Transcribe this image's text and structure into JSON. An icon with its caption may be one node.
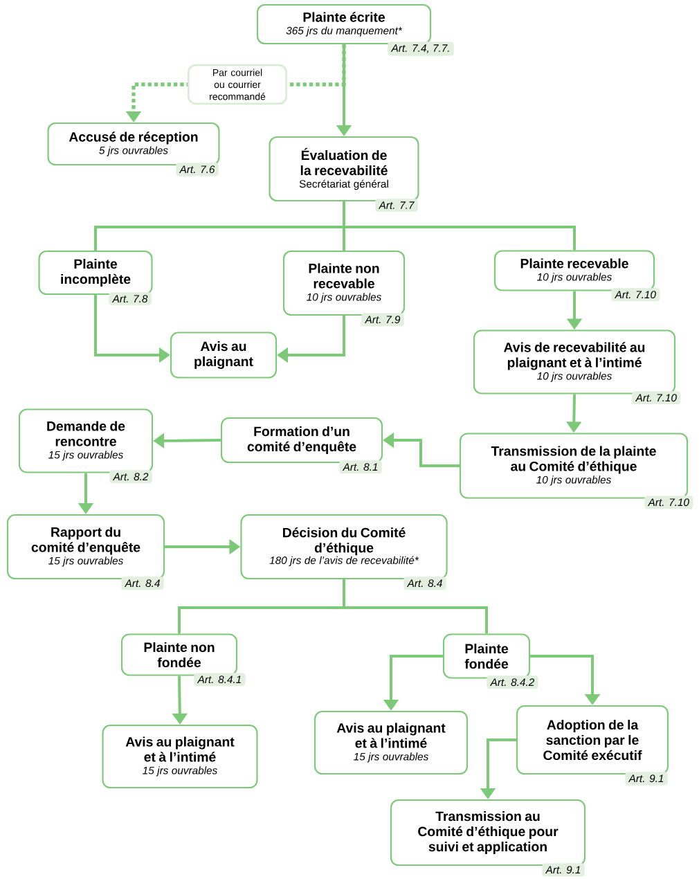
{
  "diagram": {
    "nodes": [
      {
        "text": [
          "Plainte écrite",
          "365 jrs du manquement*"
        ],
        "beside": [
          "Art. 7.4, 7.7."
        ]
      },
      {
        "text": [
          "Accusé de réception",
          "5 jrs ouvrables"
        ],
        "beside": [
          "Art. 7.6"
        ]
      },
      {
        "text": [
          "Évaluation de la recevabilité",
          "Secrétariat général"
        ],
        "beside": [
          "Art. 7.7"
        ]
      },
      {
        "text": [
          "Plainte incomplète"
        ],
        "beside": [
          "Art. 7.8"
        ]
      },
      {
        "text": [
          "Plainte non recevable",
          "10 jrs ouvrables"
        ],
        "beside": [
          "Art. 7.9"
        ]
      },
      {
        "text": [
          "Plainte recevable",
          "10 jrs ouvrables"
        ],
        "beside": [
          "Art. 7.10"
        ]
      },
      {
        "text": [
          "Avis au plaignant"
        ]
      },
      {
        "text": [
          "Avis de recevabilité au plaignant et à l’intimé",
          "10 jrs ouvrables"
        ],
        "beside": [
          "Art. 7.10"
        ]
      },
      {
        "text": [
          "Demande de rencontre",
          "15 jrs ouvrables"
        ],
        "beside": [
          "Art. 8.2"
        ]
      },
      {
        "text": [
          "Formation d’un comité d’enquête"
        ],
        "beside": [
          "Art. 8.1"
        ]
      },
      {
        "text": [
          "Transmission de la plainte au Comité d’éthique",
          "10 jrs ouvrables"
        ],
        "beside": [
          "Art. 7.10"
        ]
      },
      {
        "text": [
          "Rapport du comité d’enquête",
          "15 jrs ouvrables"
        ],
        "beside": [
          "Art. 8.4"
        ]
      },
      {
        "text": [
          "Décision du Comité d’éthique",
          "180 jrs de l’avis de recevabilité*"
        ],
        "beside": [
          "Art. 8.4"
        ]
      },
      {
        "text": [
          "Plainte non fondée"
        ],
        "beside": [
          "Art. 8.4.1"
        ]
      },
      {
        "text": [
          "Plainte fondée"
        ],
        "beside": [
          "Art. 8.4.2"
        ]
      },
      {
        "text": [
          "Avis au plaignant et à l’intimé",
          "15 jrs ouvrables"
        ]
      },
      {
        "text": [
          "Avis au plaignant et à l’intimé",
          "15 jrs ouvrables"
        ]
      },
      {
        "text": [
          "Adoption de la sanction par le Comité exécutif"
        ],
        "beside": [
          "Art. 9.1"
        ]
      },
      {
        "text": [
          "Transmission au Comité d’éthique pour suivi et application"
        ],
        "beside": [
          "Art. 9.1"
        ]
      }
    ],
    "edges": [
      {
        "from": 0,
        "to": 2,
        "arrow": "to"
      },
      {
        "from": 0,
        "to": 1,
        "arrow": "to",
        "style": "dashed",
        "label": "Par courriel ou courrier recommandé"
      },
      {
        "from": 2,
        "to": 3,
        "arrow": "none"
      },
      {
        "from": 2,
        "to": 4,
        "arrow": "none"
      },
      {
        "from": 2,
        "to": 5,
        "arrow": "none"
      },
      {
        "from": 3,
        "to": 6,
        "arrow": "to"
      },
      {
        "from": 4,
        "to": 6,
        "arrow": "to"
      },
      {
        "from": 5,
        "to": 7,
        "arrow": "to"
      },
      {
        "from": 7,
        "to": 10,
        "arrow": "to"
      },
      {
        "from": 10,
        "to": 9,
        "arrow": "to"
      },
      {
        "from": 9,
        "to": 8,
        "arrow": "to"
      },
      {
        "from": 8,
        "to": 11,
        "arrow": "to"
      },
      {
        "from": 11,
        "to": 12,
        "arrow": "to"
      },
      {
        "from": 12,
        "to": 13,
        "arrow": "none"
      },
      {
        "from": 12,
        "to": 14,
        "arrow": "none"
      },
      {
        "from": 13,
        "to": 15,
        "arrow": "to"
      },
      {
        "from": 14,
        "to": 16,
        "arrow": "to"
      },
      {
        "from": 14,
        "to": 17,
        "arrow": "to"
      },
      {
        "from": 17,
        "to": 18,
        "arrow": "to"
      }
    ]
  }
}
